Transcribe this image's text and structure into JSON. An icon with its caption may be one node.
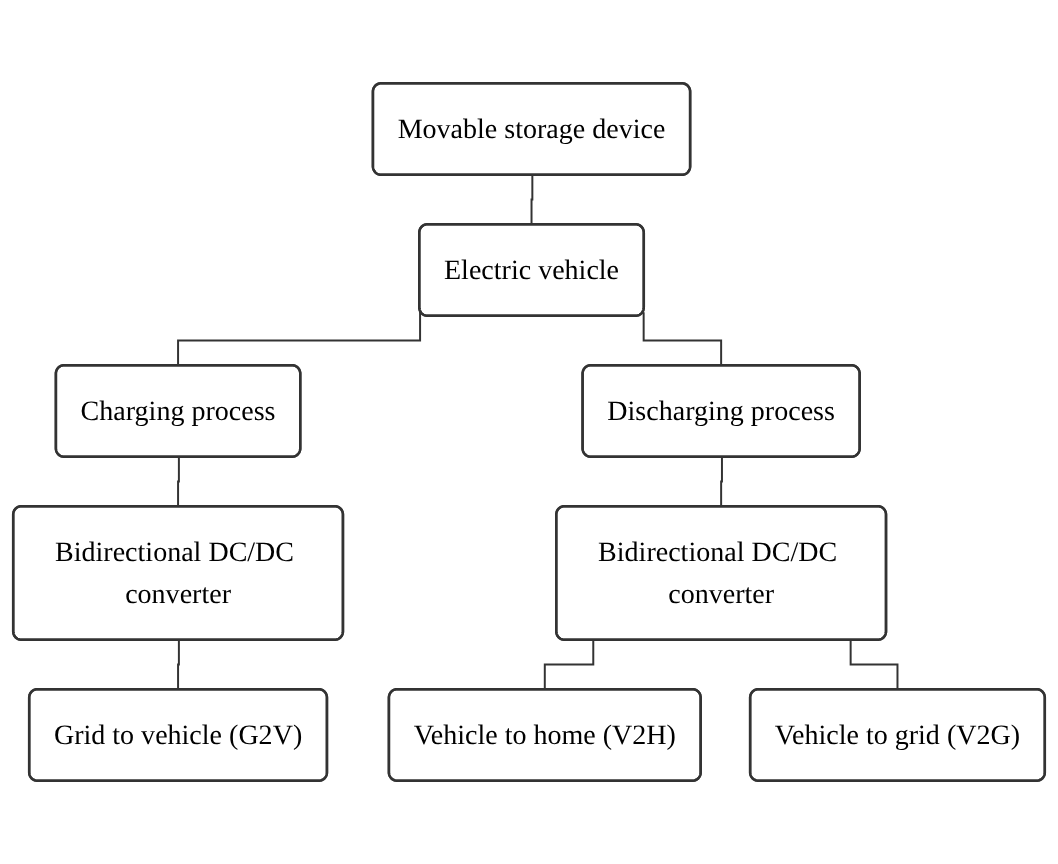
{
  "diagram": {
    "nodes": [
      {
        "text": [
          "Movable storage device"
        ]
      },
      {
        "text": [
          "Electric vehicle"
        ]
      },
      {
        "text": [
          "Charging process"
        ]
      },
      {
        "text": [
          "Discharging process"
        ]
      },
      {
        "text": [
          "Bidirectional DC/DC converter"
        ]
      },
      {
        "text": [
          "Bidirectional DC/DC converter"
        ]
      },
      {
        "text": [
          "Grid to vehicle (G2V)"
        ]
      },
      {
        "text": [
          "Vehicle to home (V2H)"
        ]
      },
      {
        "text": [
          "Vehicle to grid (V2G)"
        ]
      }
    ],
    "edges": [
      {
        "from": 0,
        "to": 1,
        "arrow": "none"
      },
      {
        "from": 1,
        "to": 2,
        "arrow": "none"
      },
      {
        "from": 1,
        "to": 3,
        "arrow": "none"
      },
      {
        "from": 2,
        "to": 4,
        "arrow": "none"
      },
      {
        "from": 3,
        "to": 5,
        "arrow": "none"
      },
      {
        "from": 4,
        "to": 6,
        "arrow": "none"
      },
      {
        "from": 5,
        "to": 7,
        "arrow": "none"
      },
      {
        "from": 5,
        "to": 8,
        "arrow": "none"
      }
    ]
  }
}
